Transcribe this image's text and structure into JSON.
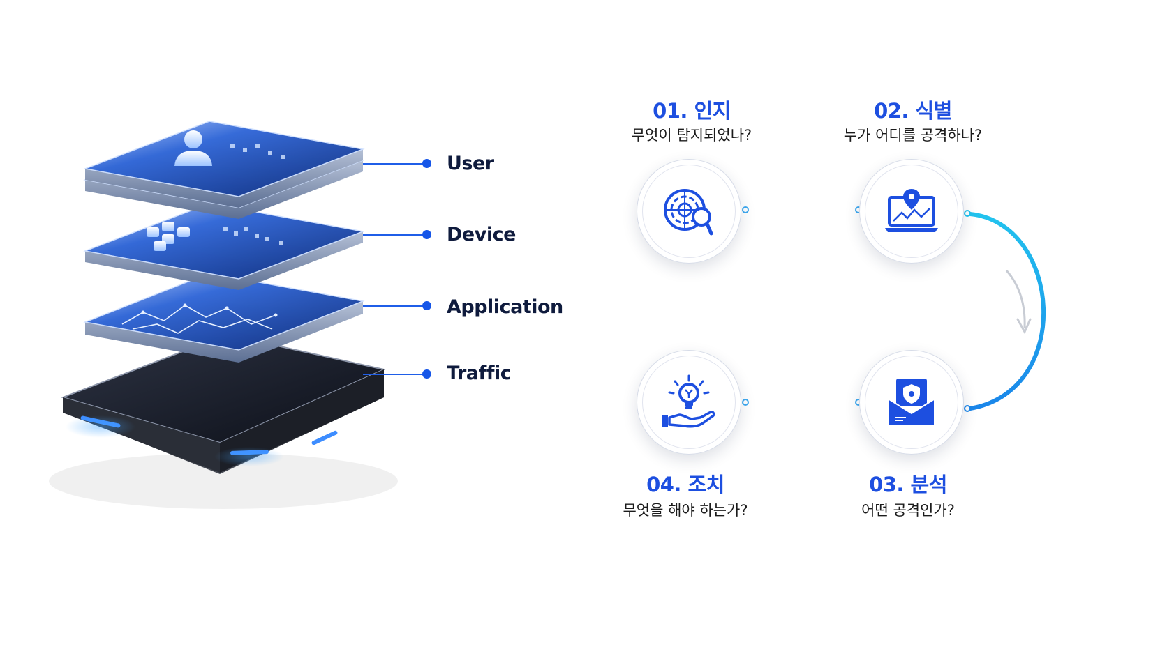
{
  "layers": [
    {
      "id": "user",
      "label": "User",
      "icon": "user-icon"
    },
    {
      "id": "device",
      "label": "Device",
      "icon": "laptop-icon"
    },
    {
      "id": "application",
      "label": "Application",
      "icon": "app-blocks-icon"
    },
    {
      "id": "traffic",
      "label": "Traffic",
      "icon": "traffic-graph-icon"
    }
  ],
  "steps": [
    {
      "title": "01. 인지",
      "question": "무엇이 탐지되었나?",
      "icon": "radar-search-icon"
    },
    {
      "title": "02. 식별",
      "question": "누가 어디를 공격하나?",
      "icon": "laptop-location-icon"
    },
    {
      "title": "03. 분석",
      "question": "어떤 공격인가?",
      "icon": "shield-mail-icon"
    },
    {
      "title": "04. 조치",
      "question": "무엇을 해야 하는가?",
      "icon": "lightbulb-hand-icon"
    }
  ],
  "colors": {
    "accent": "#1d4fe0",
    "line": "#1f5ee8",
    "cyan": "#22c3ee",
    "label": "#0f1b3d",
    "question": "#1b1b1b"
  }
}
